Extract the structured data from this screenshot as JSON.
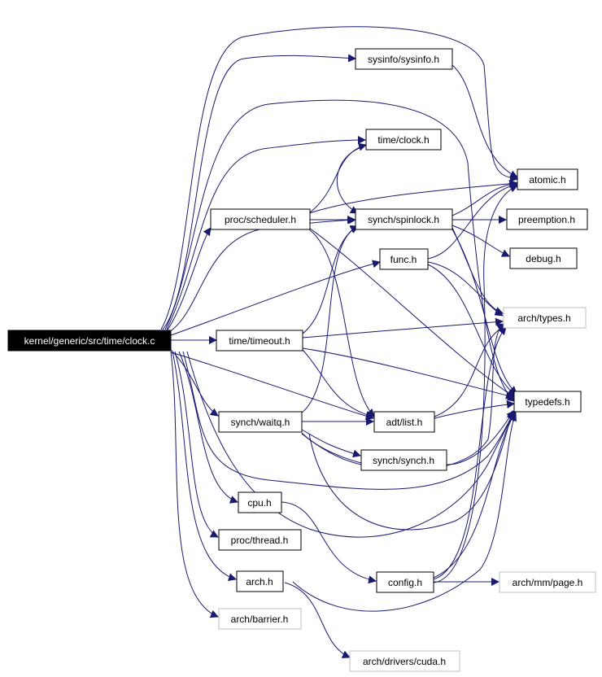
{
  "nodes": {
    "root": "kernel/generic/src/time/clock.c",
    "sysinfo": "sysinfo/sysinfo.h",
    "time_clock": "time/clock.h",
    "atomic": "atomic.h",
    "proc_scheduler": "proc/scheduler.h",
    "synch_spinlock": "synch/spinlock.h",
    "preemption": "preemption.h",
    "func": "func.h",
    "debug": "debug.h",
    "arch_types": "arch/types.h",
    "time_timeout": "time/timeout.h",
    "typedefs": "typedefs.h",
    "synch_waitq": "synch/waitq.h",
    "adt_list": "adt/list.h",
    "synch_synch": "synch/synch.h",
    "cpu": "cpu.h",
    "proc_thread": "proc/thread.h",
    "arch": "arch.h",
    "config": "config.h",
    "arch_mm_page": "arch/mm/page.h",
    "arch_barrier": "arch/barrier.h",
    "arch_drivers_cuda": "arch/drivers/cuda.h"
  },
  "colors": {
    "edge": "#191970",
    "root_fill": "#000000",
    "root_text": "#ffffff",
    "node_border": "#000000",
    "external_border": "#bfbfbf"
  }
}
